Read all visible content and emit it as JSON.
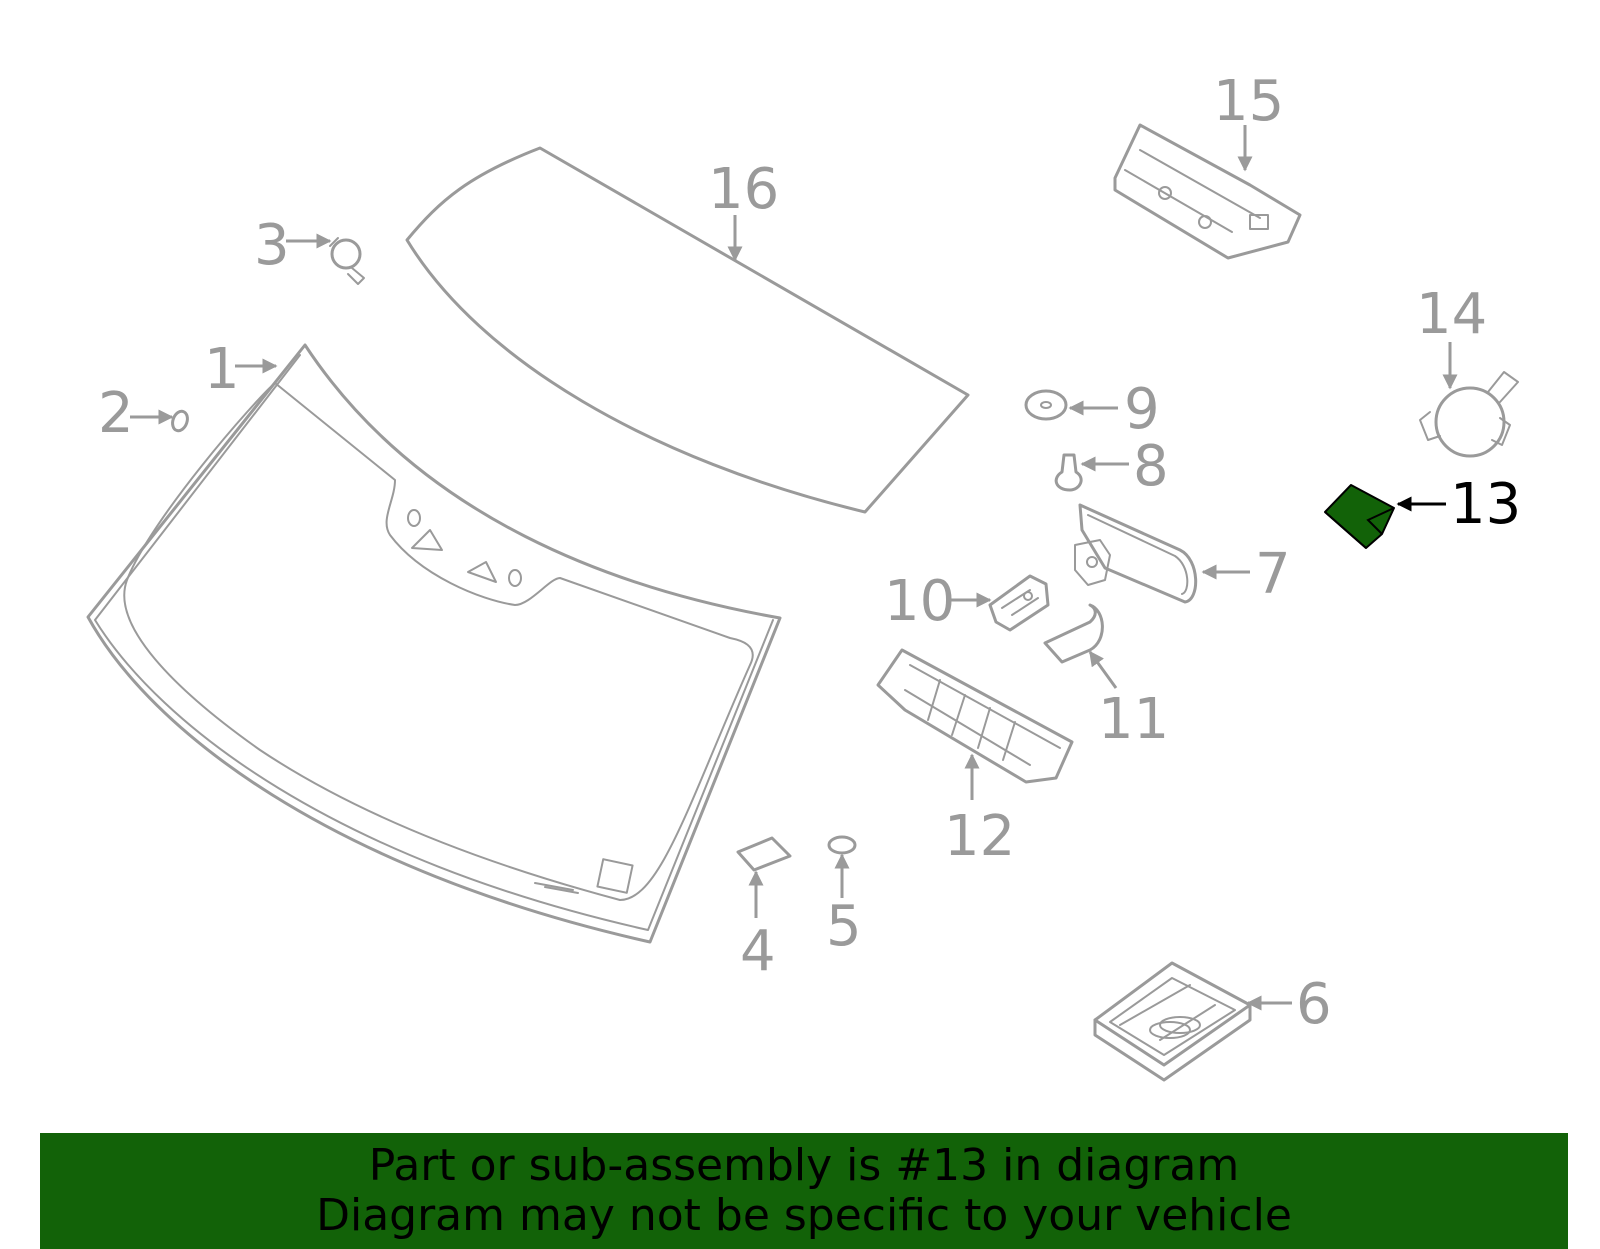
{
  "callouts": {
    "c1": "1",
    "c2": "2",
    "c3": "3",
    "c4": "4",
    "c5": "5",
    "c6": "6",
    "c7": "7",
    "c8": "8",
    "c9": "9",
    "c10": "10",
    "c11": "11",
    "c12": "12",
    "c13": "13",
    "c14": "14",
    "c15": "15",
    "c16": "16"
  },
  "highlight": {
    "part": "13",
    "color": "#126208"
  },
  "colors": {
    "line": "#9a9a9a",
    "banner": "#126208",
    "highlight_text": "#000000"
  },
  "banner": {
    "line1": "Part or sub-assembly is #13 in diagram",
    "line2": "Diagram may not be specific to your vehicle"
  }
}
